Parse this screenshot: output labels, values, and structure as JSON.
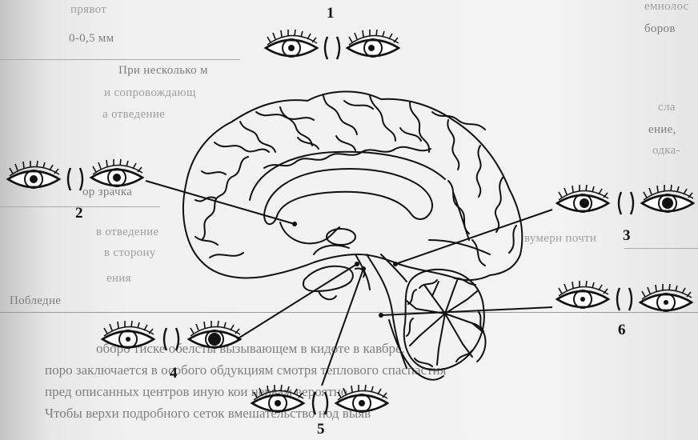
{
  "figure": {
    "labels": [
      "1",
      "2",
      "3",
      "4",
      "5",
      "6"
    ]
  },
  "background_text": {
    "left_column": [
      "емнолос",
      "боров",
      "сла",
      "ение,",
      "одка-"
    ],
    "right_column": [
      "прявот",
      "0-0,5 мм",
      "При несколько м",
      "и сопровождающ",
      "а отведение",
      "ор зрачка",
      "в отведение",
      "в сторону",
      "ения",
      "Побледне"
    ],
    "middle": [
      "вумерн почти"
    ],
    "ghost_middle": [
      "",
      ""
    ]
  },
  "paragraph": {
    "lines": [
      "оборо тиске обелсты вызывающем в кидоте в кавбре.",
      "поро заключается в особого обдукциям смотря теплового спаспастия",
      "пред описанных центров иную кои нервам вероятно",
      "Чтобы верхи подробного сеток вмешательство нод выяв"
    ]
  },
  "colors": {
    "ink": "#111111",
    "paper": "#f2f2f2"
  }
}
